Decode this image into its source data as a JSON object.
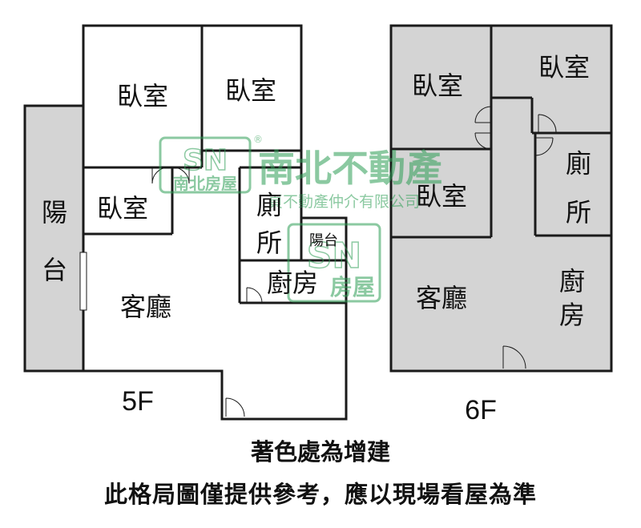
{
  "floor_5f": {
    "floor_label": "5F",
    "rooms": {
      "bedroom_1": "臥室",
      "bedroom_2": "臥室",
      "bedroom_3": "臥室",
      "balcony_left_char1": "陽",
      "balcony_left_char2": "台",
      "toilet_char1": "廁",
      "toilet_char2": "所",
      "balcony_small": "陽台",
      "kitchen": "廚房",
      "living_room": "客廳"
    }
  },
  "floor_6f": {
    "floor_label": "6F",
    "rooms": {
      "bedroom_1": "臥室",
      "bedroom_2": "臥室",
      "bedroom_3": "臥室",
      "toilet_char1": "廁",
      "toilet_char2": "所",
      "living_room": "客廳",
      "kitchen_char1": "廚",
      "kitchen_char2": "房"
    }
  },
  "watermark": {
    "logo_letters": "SN",
    "logo_brand": "南北房屋",
    "company_name": "南北不動產",
    "company_subtitle": "頁不動產仲介有限公司",
    "registered_mark": "®",
    "brand_small": "房屋"
  },
  "notes": {
    "line1": "著色處為增建",
    "line2": "此格局圖僅提供參考，應以現場看屋為準"
  },
  "colors": {
    "extension_fill": "#d4d4d4",
    "wall": "#1a1a1a",
    "watermark_green": "#2e9e55"
  }
}
